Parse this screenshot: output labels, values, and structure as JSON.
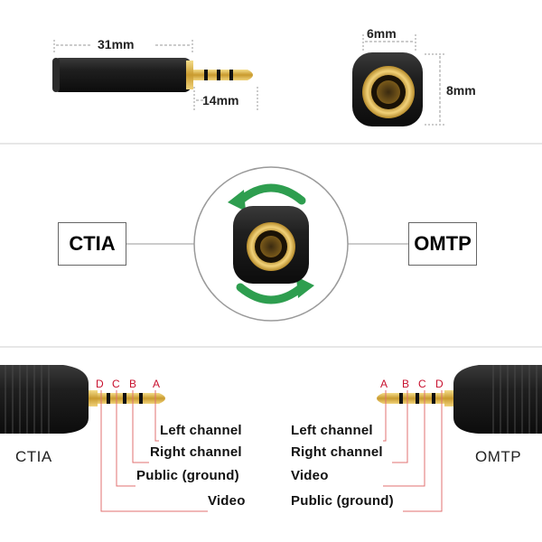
{
  "dimensions": {
    "total_length": "31mm",
    "plug_length": "14mm",
    "width": "6mm",
    "height": "8mm"
  },
  "standards": {
    "left": "CTIA",
    "right": "OMTP"
  },
  "colors": {
    "arrow_green": "#2e9e4f",
    "pin_label_red": "#c8102e",
    "gold": "#d9b24a",
    "body_black": "#1b1b1b"
  },
  "ctia": {
    "label": "CTIA",
    "pins": [
      "D",
      "C",
      "B",
      "A"
    ],
    "channels": [
      "Left channel",
      "Right channel",
      "Public (ground)",
      "Video"
    ]
  },
  "omtp": {
    "label": "OMTP",
    "pins": [
      "A",
      "B",
      "C",
      "D"
    ],
    "channels": [
      "Left channel",
      "Right channel",
      "Video",
      "Public (ground)"
    ]
  }
}
